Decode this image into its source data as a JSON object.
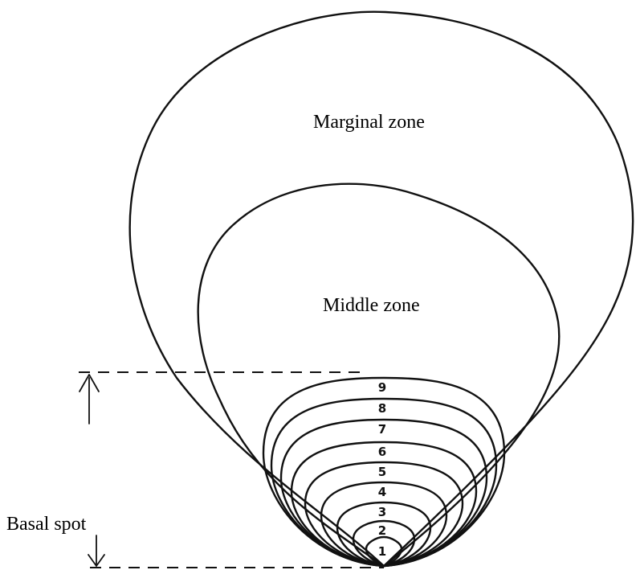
{
  "labels": {
    "marginal_zone": "Marginal zone",
    "middle_zone": "Middle zone",
    "basal_spot": "Basal spot"
  },
  "rings": [
    "1",
    "2",
    "3",
    "4",
    "5",
    "6",
    "7",
    "8",
    "9"
  ]
}
